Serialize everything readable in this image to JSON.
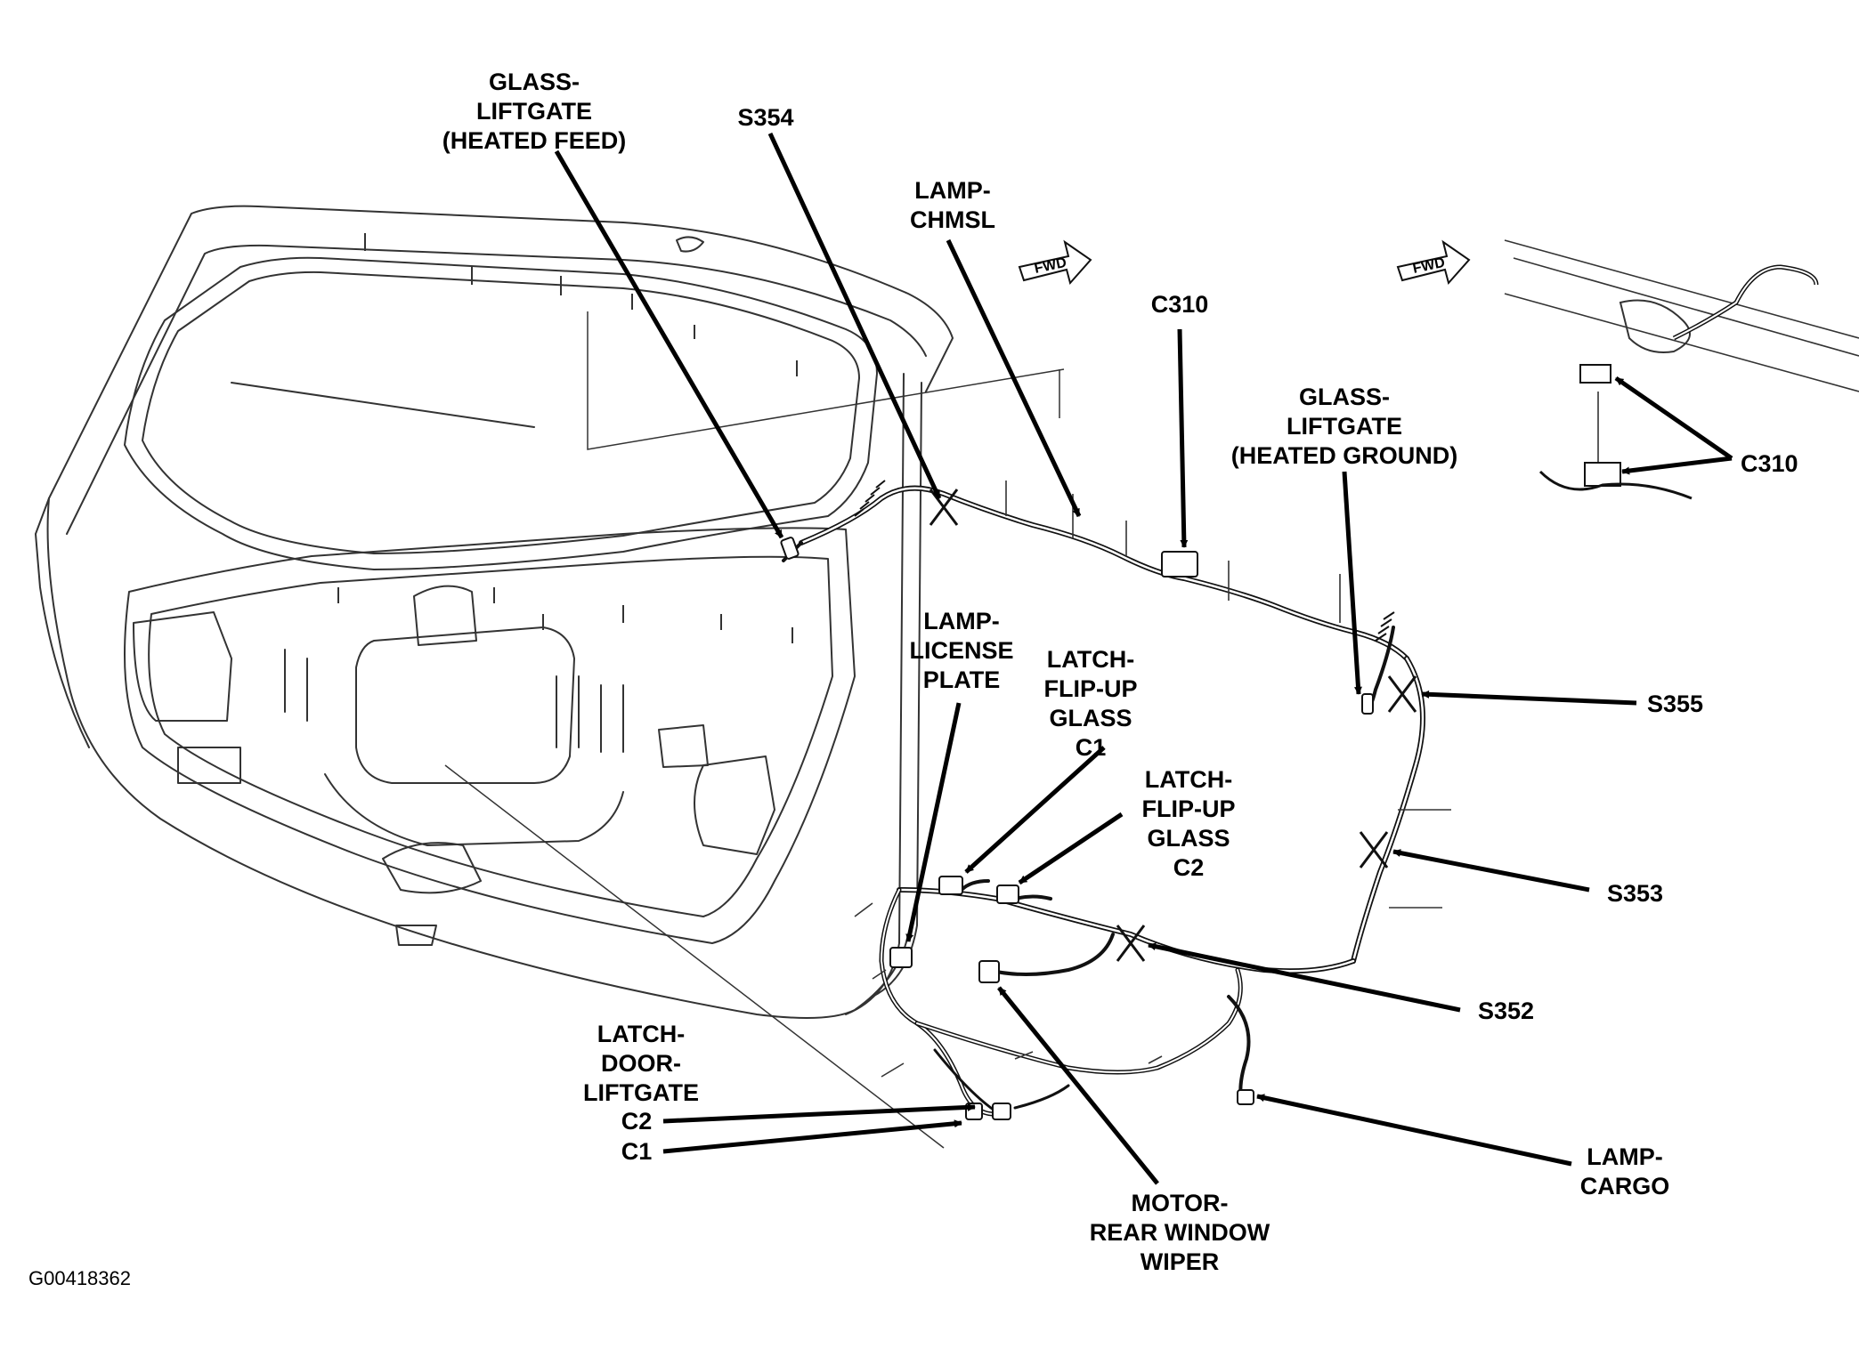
{
  "figure_id": "G00418362",
  "fwd_text": "FWD",
  "labels": {
    "glass_feed": [
      "GLASS-",
      "LIFTGATE",
      "(HEATED FEED)"
    ],
    "s354": [
      "S354"
    ],
    "lamp_chmsl": [
      "LAMP-",
      "CHMSL"
    ],
    "c310_main": [
      "C310"
    ],
    "glass_ground": [
      "GLASS-",
      "LIFTGATE",
      "(HEATED GROUND)"
    ],
    "c310_inset": [
      "C310"
    ],
    "s355": [
      "S355"
    ],
    "lamp_license": [
      "LAMP-",
      "LICENSE",
      "PLATE"
    ],
    "latch_c1": [
      "LATCH-",
      "FLIP-UP",
      "GLASS",
      "C1"
    ],
    "latch_c2": [
      "LATCH-",
      "FLIP-UP",
      "GLASS",
      "C2"
    ],
    "s353": [
      "S353"
    ],
    "s352": [
      "S352"
    ],
    "latch_door": [
      "LATCH-",
      "DOOR-",
      "LIFTGATE"
    ],
    "door_c2": [
      "C2"
    ],
    "door_c1": [
      "C1"
    ],
    "motor": [
      "MOTOR-",
      "REAR WINDOW",
      "WIPER"
    ],
    "lamp_cargo": [
      "LAMP-",
      "CARGO"
    ]
  }
}
